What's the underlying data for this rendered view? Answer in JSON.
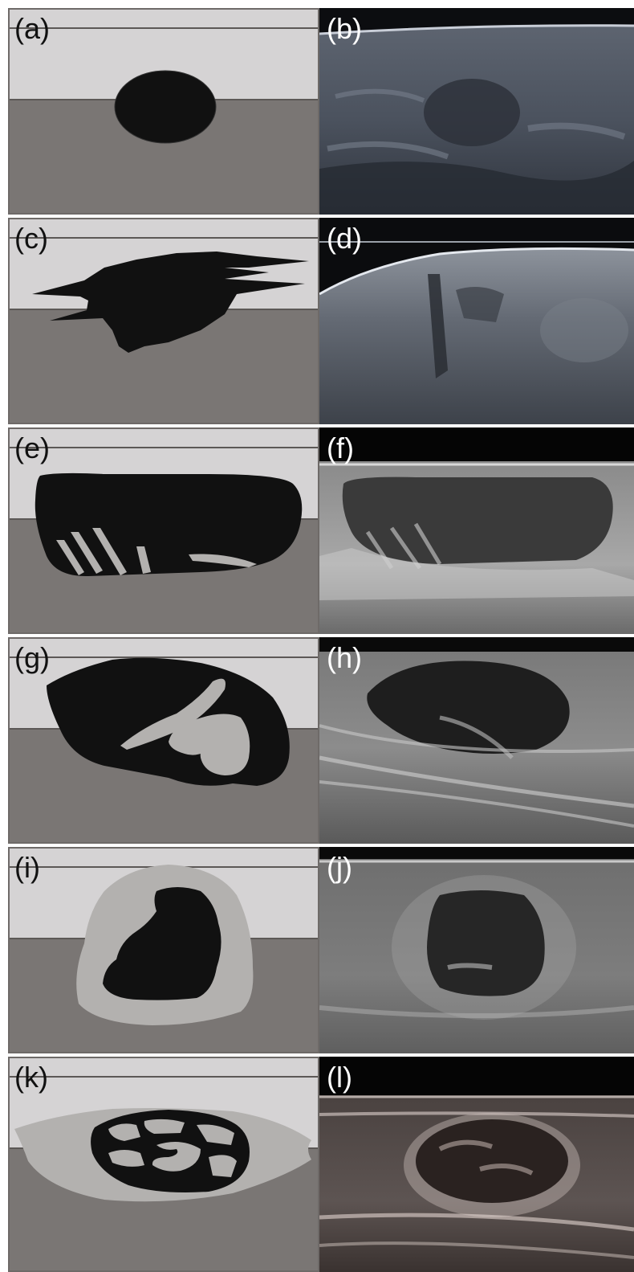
{
  "panels": [
    {
      "id": "a",
      "label": "(a)",
      "kind": "schematic"
    },
    {
      "id": "b",
      "label": "(b)",
      "kind": "ultrasound"
    },
    {
      "id": "c",
      "label": "(c)",
      "kind": "schematic"
    },
    {
      "id": "d",
      "label": "(d)",
      "kind": "ultrasound"
    },
    {
      "id": "e",
      "label": "(e)",
      "kind": "schematic"
    },
    {
      "id": "f",
      "label": "(f)",
      "kind": "ultrasound"
    },
    {
      "id": "g",
      "label": "(g)",
      "kind": "schematic"
    },
    {
      "id": "h",
      "label": "(h)",
      "kind": "ultrasound"
    },
    {
      "id": "i",
      "label": "(i)",
      "kind": "schematic"
    },
    {
      "id": "j",
      "label": "(j)",
      "kind": "ultrasound"
    },
    {
      "id": "k",
      "label": "(k)",
      "kind": "schematic"
    },
    {
      "id": "l",
      "label": "(l)",
      "kind": "ultrasound"
    }
  ],
  "colors": {
    "upper_layer": "#d5d3d4",
    "lower_layer": "#7a7674",
    "lesion": "#111111",
    "halo": "#b3b1af",
    "border": "#6e6a68"
  }
}
